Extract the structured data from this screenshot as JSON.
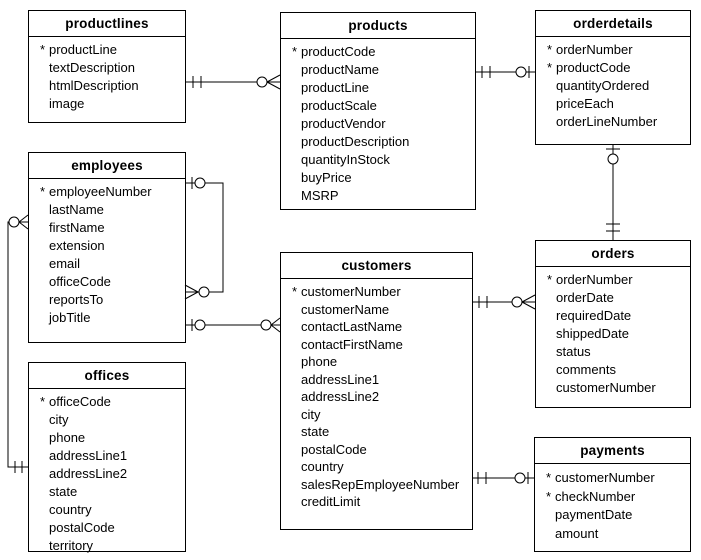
{
  "diagram": {
    "kind": "entity-relationship-diagram",
    "notation": "crows-foot",
    "line_color": "#000000",
    "background_color": "#ffffff"
  },
  "tables": [
    {
      "name": "productlines",
      "fields": [
        {
          "pk": "*",
          "name": "productLine"
        },
        {
          "pk": "",
          "name": "textDescription"
        },
        {
          "pk": "",
          "name": "htmlDescription"
        },
        {
          "pk": "",
          "name": "image"
        }
      ]
    },
    {
      "name": "products",
      "fields": [
        {
          "pk": "*",
          "name": "productCode"
        },
        {
          "pk": "",
          "name": "productName"
        },
        {
          "pk": "",
          "name": "productLine"
        },
        {
          "pk": "",
          "name": "productScale"
        },
        {
          "pk": "",
          "name": "productVendor"
        },
        {
          "pk": "",
          "name": "productDescription"
        },
        {
          "pk": "",
          "name": "quantityInStock"
        },
        {
          "pk": "",
          "name": "buyPrice"
        },
        {
          "pk": "",
          "name": "MSRP"
        }
      ]
    },
    {
      "name": "orderdetails",
      "fields": [
        {
          "pk": "*",
          "name": "orderNumber"
        },
        {
          "pk": "*",
          "name": "productCode"
        },
        {
          "pk": "",
          "name": "quantityOrdered"
        },
        {
          "pk": "",
          "name": "priceEach"
        },
        {
          "pk": "",
          "name": "orderLineNumber"
        }
      ]
    },
    {
      "name": "employees",
      "fields": [
        {
          "pk": "*",
          "name": "employeeNumber"
        },
        {
          "pk": "",
          "name": "lastName"
        },
        {
          "pk": "",
          "name": "firstName"
        },
        {
          "pk": "",
          "name": "extension"
        },
        {
          "pk": "",
          "name": "email"
        },
        {
          "pk": "",
          "name": "officeCode"
        },
        {
          "pk": "",
          "name": "reportsTo"
        },
        {
          "pk": "",
          "name": "jobTitle"
        }
      ]
    },
    {
      "name": "customers",
      "fields": [
        {
          "pk": "*",
          "name": "customerNumber"
        },
        {
          "pk": "",
          "name": "customerName"
        },
        {
          "pk": "",
          "name": "contactLastName"
        },
        {
          "pk": "",
          "name": "contactFirstName"
        },
        {
          "pk": "",
          "name": "phone"
        },
        {
          "pk": "",
          "name": "addressLine1"
        },
        {
          "pk": "",
          "name": "addressLine2"
        },
        {
          "pk": "",
          "name": "city"
        },
        {
          "pk": "",
          "name": "state"
        },
        {
          "pk": "",
          "name": "postalCode"
        },
        {
          "pk": "",
          "name": "country"
        },
        {
          "pk": "",
          "name": "salesRepEmployeeNumber"
        },
        {
          "pk": "",
          "name": "creditLimit"
        }
      ]
    },
    {
      "name": "orders",
      "fields": [
        {
          "pk": "*",
          "name": "orderNumber"
        },
        {
          "pk": "",
          "name": "orderDate"
        },
        {
          "pk": "",
          "name": "requiredDate"
        },
        {
          "pk": "",
          "name": "shippedDate"
        },
        {
          "pk": "",
          "name": "status"
        },
        {
          "pk": "",
          "name": "comments"
        },
        {
          "pk": "",
          "name": "customerNumber"
        }
      ]
    },
    {
      "name": "offices",
      "fields": [
        {
          "pk": "*",
          "name": "officeCode"
        },
        {
          "pk": "",
          "name": "city"
        },
        {
          "pk": "",
          "name": "phone"
        },
        {
          "pk": "",
          "name": "addressLine1"
        },
        {
          "pk": "",
          "name": "addressLine2"
        },
        {
          "pk": "",
          "name": "state"
        },
        {
          "pk": "",
          "name": "country"
        },
        {
          "pk": "",
          "name": "postalCode"
        },
        {
          "pk": "",
          "name": "territory"
        }
      ]
    },
    {
      "name": "payments",
      "fields": [
        {
          "pk": "*",
          "name": "customerNumber"
        },
        {
          "pk": "*",
          "name": "checkNumber"
        },
        {
          "pk": "",
          "name": "paymentDate"
        },
        {
          "pk": "",
          "name": "amount"
        }
      ]
    }
  ],
  "relationships": [
    {
      "from": "productlines",
      "to": "products",
      "from_cardinality": "one-and-only-one",
      "to_cardinality": "zero-or-many"
    },
    {
      "from": "products",
      "to": "orderdetails",
      "from_cardinality": "one-and-only-one",
      "to_cardinality": "zero-or-one"
    },
    {
      "from": "orderdetails",
      "to": "orders",
      "from_cardinality": "zero-or-one",
      "to_cardinality": "one-and-only-one"
    },
    {
      "from": "customers",
      "to": "orders",
      "from_cardinality": "one-and-only-one",
      "to_cardinality": "zero-or-many"
    },
    {
      "from": "customers",
      "to": "payments",
      "from_cardinality": "one-and-only-one",
      "to_cardinality": "zero-or-one"
    },
    {
      "from": "employees",
      "to": "employees",
      "from_cardinality": "zero-or-one",
      "to_cardinality": "zero-or-many"
    },
    {
      "from": "employees",
      "to": "customers",
      "from_cardinality": "zero-or-one",
      "to_cardinality": "zero-or-many"
    },
    {
      "from": "offices",
      "to": "employees",
      "from_cardinality": "one-and-only-one",
      "to_cardinality": "zero-or-many"
    }
  ]
}
